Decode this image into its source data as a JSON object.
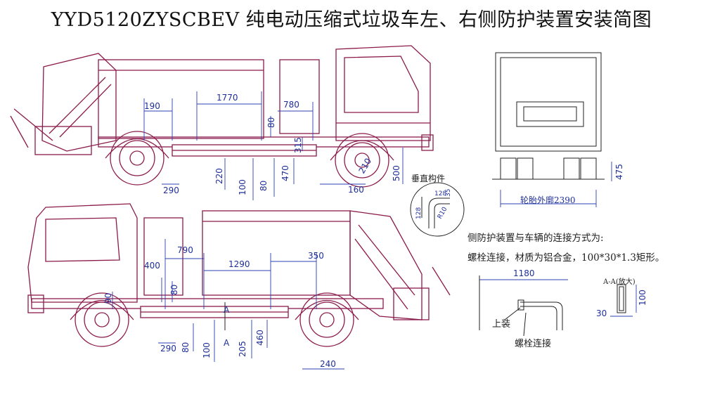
{
  "title": "YYD5120ZYSCBEV 纯电动压缩式垃圾车左、右侧防护装置安装简图",
  "top_view": {
    "dims": {
      "d190": "190",
      "d1770": "1770",
      "d780": "780",
      "d80": "80",
      "d315": "315",
      "d220": "220",
      "d100": "100",
      "d80b": "80",
      "d470": "470",
      "d290": "290",
      "d160": "160",
      "d500": "500",
      "d210": "210"
    }
  },
  "bottom_view": {
    "dims": {
      "d790": "790",
      "d400": "400",
      "d1290": "1290",
      "d350": "350",
      "d80": "80",
      "d90": "90",
      "d290": "290",
      "d80b": "80",
      "d100": "100",
      "d205": "205",
      "d460": "460",
      "d240": "240",
      "sectionA1": "A",
      "sectionA2": "A"
    }
  },
  "rear_view": {
    "width_label": "轮胎外廓2390",
    "height_label": "475"
  },
  "vertical_member": {
    "label": "垂直构件",
    "d128": "128",
    "d35": "35",
    "d128b": "128",
    "r": "R10"
  },
  "notes": {
    "line1": "侧防护装置与车辆的连接方式为:",
    "line2": "螺栓连接，材质为铝合金，100*30*1.3矩形。"
  },
  "bracket": {
    "d1180": "1180",
    "upper_label": "上装",
    "bolt_label": "螺栓连接"
  },
  "section": {
    "title": "A-A(放大)",
    "d30": "30",
    "d100": "100"
  },
  "colors": {
    "outline": "#8b1a4a",
    "dimension": "#2b3fb0"
  }
}
